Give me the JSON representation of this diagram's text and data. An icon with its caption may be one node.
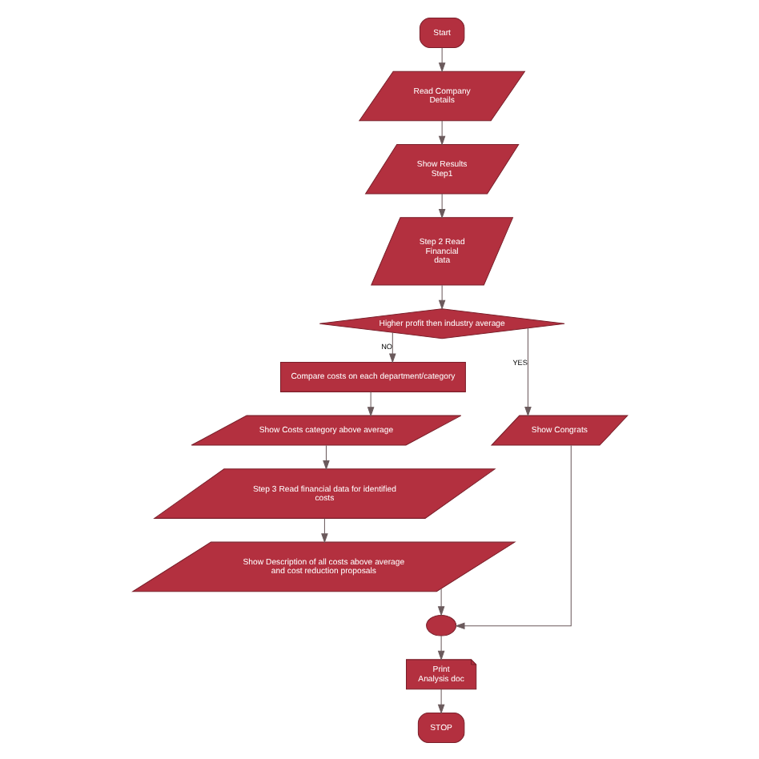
{
  "diagram": {
    "nodes": [
      {
        "text": [
          "Start"
        ]
      },
      {
        "text": [
          "Read Company Details"
        ]
      },
      {
        "text": [
          "Show Results Step1"
        ]
      },
      {
        "text": [
          "Step 2 Read Financial data"
        ]
      },
      {
        "text": [
          "Higher profit then industry average"
        ]
      },
      {
        "text": [
          "Compare costs on each department/category"
        ]
      },
      {
        "text": [
          "Show Costs category above average"
        ]
      },
      {
        "text": [
          "Step 3 Read financial data for identified costs"
        ]
      },
      {
        "text": [
          "Show Description of all costs above average and cost reduction proposals"
        ]
      },
      {
        "text": [
          "Show Congrats"
        ]
      },
      {
        "text": [],
        "shape": "circle"
      },
      {
        "text": [
          "Print Analysis doc"
        ]
      },
      {
        "text": [
          "STOP"
        ]
      }
    ],
    "edges": [
      {
        "from": 0,
        "to": 1,
        "arrow": "to"
      },
      {
        "from": 1,
        "to": 2,
        "arrow": "to"
      },
      {
        "from": 2,
        "to": 3,
        "arrow": "to"
      },
      {
        "from": 3,
        "to": 4,
        "arrow": "to"
      },
      {
        "from": 4,
        "to": 9,
        "arrow": "to",
        "label": "YES"
      },
      {
        "from": 4,
        "to": 5,
        "arrow": "to",
        "label": "NO"
      },
      {
        "from": 5,
        "to": 6,
        "arrow": "to"
      },
      {
        "from": 6,
        "to": 7,
        "arrow": "to"
      },
      {
        "from": 7,
        "to": 8,
        "arrow": "to"
      },
      {
        "from": 9,
        "to": 10,
        "arrow": "to"
      },
      {
        "from": 8,
        "to": 10,
        "arrow": "to"
      },
      {
        "from": 10,
        "to": 11,
        "arrow": "to"
      },
      {
        "from": 11,
        "to": 12,
        "arrow": "to"
      }
    ]
  }
}
